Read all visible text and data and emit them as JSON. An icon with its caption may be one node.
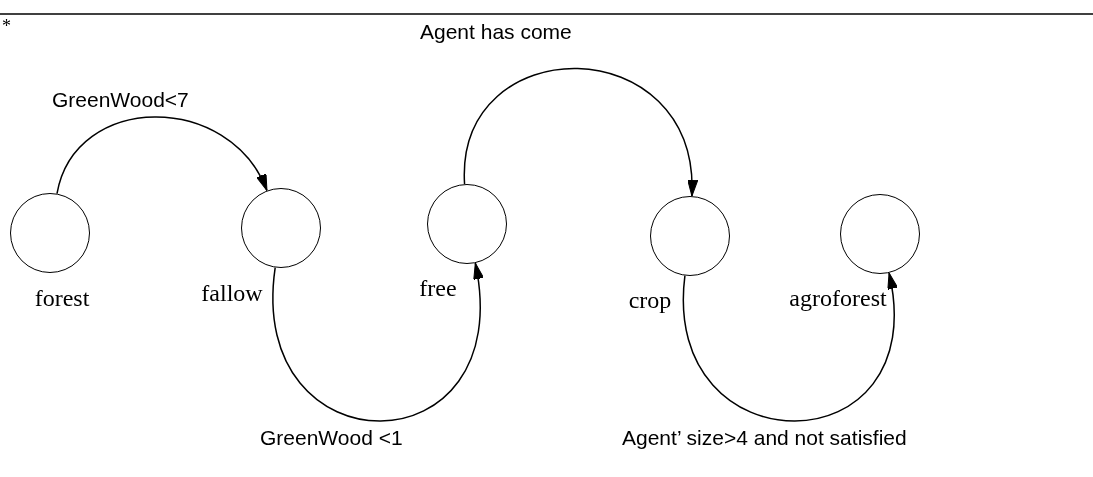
{
  "diagram": {
    "nodes": [
      {
        "text": [],
        "shape": "circle",
        "beside": [
          "forest"
        ]
      },
      {
        "text": [],
        "shape": "circle",
        "beside": [
          "fallow"
        ]
      },
      {
        "text": [],
        "shape": "circle",
        "beside": [
          "free"
        ]
      },
      {
        "text": [],
        "shape": "circle",
        "beside": [
          "crop"
        ]
      },
      {
        "text": [],
        "shape": "circle",
        "beside": [
          "agroforest"
        ]
      }
    ],
    "edges": [
      {
        "from": 0,
        "to": 1,
        "arrow": "to",
        "label": "GreenWood<7"
      },
      {
        "from": 1,
        "to": 2,
        "arrow": "to",
        "label": "GreenWood <1"
      },
      {
        "from": 2,
        "to": 3,
        "arrow": "to",
        "label": "Agent has come"
      },
      {
        "from": 3,
        "to": 4,
        "arrow": "to",
        "label": "Agent’ size>4 and not satisfied"
      }
    ],
    "labels": [
      "*"
    ]
  }
}
